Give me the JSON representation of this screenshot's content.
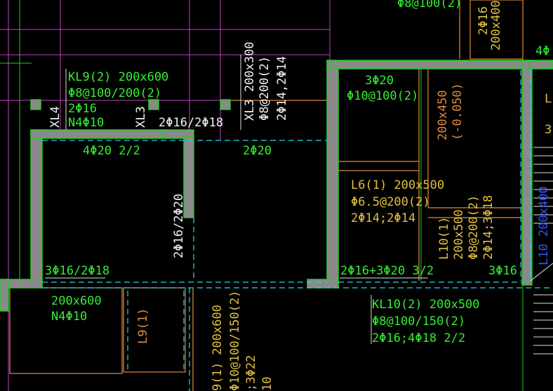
{
  "colors": {
    "background": "#000000",
    "wall": "#8a8a8a",
    "wall_edge": "#22cc22",
    "dim_line_cyan": "#22d8e8",
    "grid_magenta": "#c040c0",
    "beam_orange": "#e08a40",
    "text_green": "#33ee33",
    "text_yellow": "#e0c040",
    "text_white": "#f2f2f2",
    "text_blue": "#3355ff"
  },
  "labels": {
    "top_partial": "Φ8@100(2)",
    "top_right_bar": "2Φ16",
    "top_right_size": "200x400",
    "right_edge": "4Φ",
    "kl9_title": "KL9(2) 200x600",
    "kl9_stirrup": "Φ8@100/200(2)",
    "xl4": "XL4",
    "xl4_bar": "2Φ16",
    "xl4_n": "N4Φ10",
    "xl3_a": "XL3",
    "xl3_a_bar": "2Φ16/2Φ18",
    "xl3_b_title": "XL3 200x300",
    "xl3_b_stirrup": "Φ8@200(2)",
    "xl3_b_bar": "2Φ14,2Φ14",
    "top_left_room": "4Φ20 2/2",
    "top_mid_room": "2Φ20",
    "vert_mid": "2Φ16/2Φ20",
    "bottom_left_room": "3Φ16/2Φ18",
    "room_a_bar": "3Φ20",
    "room_a_stirrup": "Φ10@100(2)",
    "beam_450": "200x450",
    "beam_450_elev": "(-0.050)",
    "l6_title": "L6(1) 200x500",
    "l6_stirrup": "Φ6.5@200(2)",
    "l6_bar": "2Φ14;2Φ14",
    "l10_title": "L10(1)",
    "l10_size": "200x500",
    "l10_stirrup": "Φ8@200(2)",
    "l10_bar": "2Φ14;3Φ18",
    "bottom_mid_bar": "2Φ16+3Φ20 3/2",
    "bottom_right_bar": "3Φ16",
    "kl10_title": "KL10(2) 200x500",
    "kl10_stirrup": "Φ8@100/150(2)",
    "kl10_bar": "2Φ16;4Φ18 2/2",
    "lower_left_size": "200x600",
    "lower_left_n": "N4Φ10",
    "l9": "L9(1)",
    "bottom_vert_title": "9(1) 200x600",
    "bottom_vert_stirrup": "Φ10@100/150(2)",
    "bottom_vert_bar": ";3Φ22",
    "bottom_vert_extra": "10",
    "right_blue": "L10 200x400",
    "right_cut_l": "L",
    "right_cut_3": "3"
  }
}
